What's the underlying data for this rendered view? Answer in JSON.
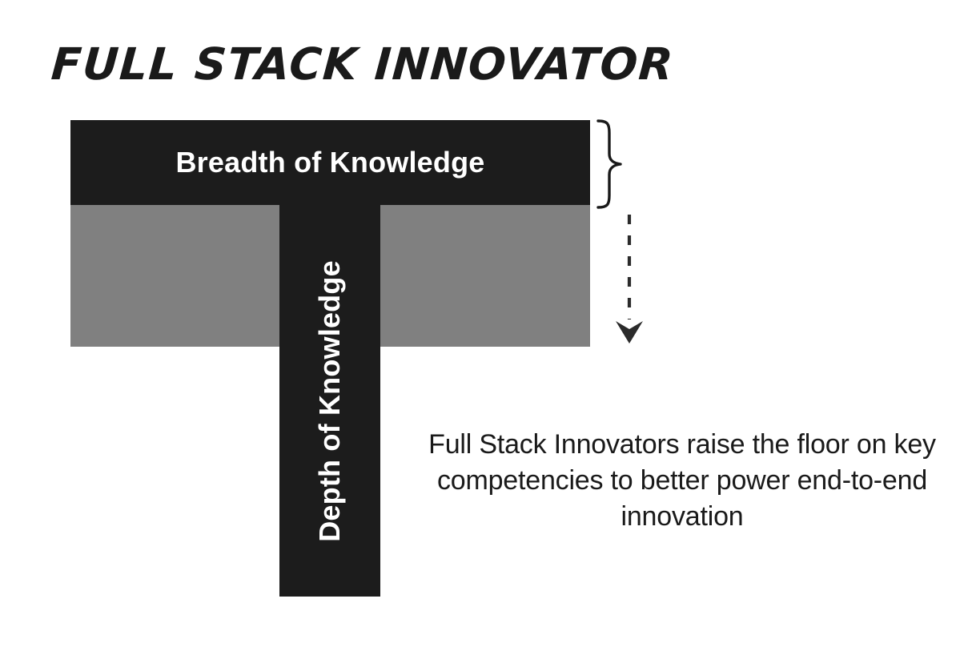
{
  "diagram": {
    "title": "FULL STACK INNOVATOR",
    "breadth": {
      "label": "Breadth of Knowledge"
    },
    "depth": {
      "label": "Depth of Knowledge"
    },
    "caption": "Full Stack Innovators raise the floor on key competencies to better power end-to-end innovation",
    "annotations": {
      "brace": "curly-brace",
      "arrow": "downward-dashed-arrow"
    },
    "colors": {
      "background": "#ffffff",
      "shape_dark": "#1c1c1c",
      "shape_gray": "#808080",
      "text_dark": "#1a1a1a",
      "text_light": "#ffffff"
    }
  }
}
